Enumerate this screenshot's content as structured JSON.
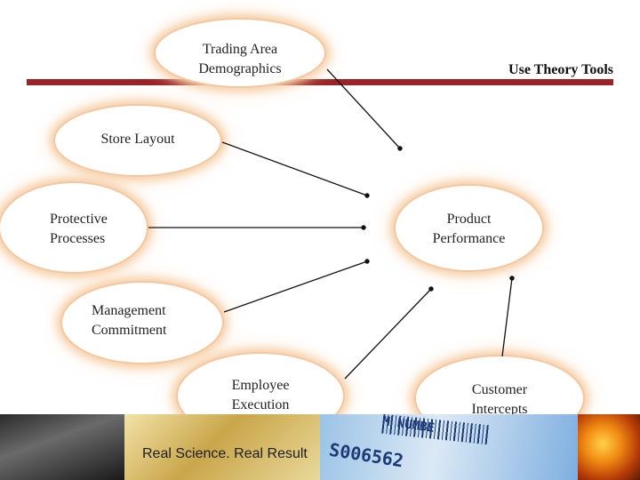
{
  "title": "Use Theory Tools",
  "nodes": {
    "trading_area": [
      "Trading Area",
      "Demographics"
    ],
    "store_layout": [
      "Store Layout"
    ],
    "protective": [
      "Protective",
      "Processes"
    ],
    "product": [
      "Product",
      "Performance"
    ],
    "management": [
      "Management",
      "Commitment"
    ],
    "employee": [
      "Employee",
      "Execution"
    ],
    "customer": [
      "Customer",
      "Intercepts"
    ]
  },
  "footer": {
    "tagline": "Real Science. Real Result",
    "barcode_label": "M NUMBE",
    "barcode_number": "S006562"
  },
  "colors": {
    "accent_bar": "#9b2226",
    "node_glow": "#f6cfa7",
    "connector": "#111111"
  }
}
